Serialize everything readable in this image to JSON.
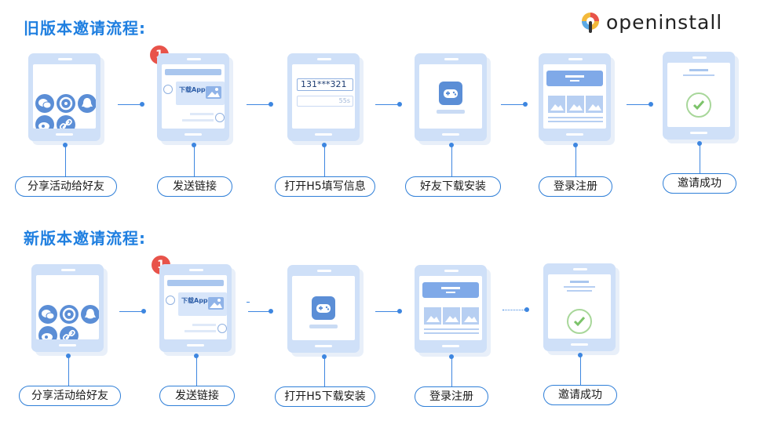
{
  "titles": {
    "old": "旧版本邀请流程:",
    "new": "新版本邀请流程:"
  },
  "logo": {
    "text": "openinstall"
  },
  "badge": "1",
  "old_flow": {
    "steps": [
      "分享活动给好友",
      "发送链接",
      "打开H5填写信息",
      "好友下载安装",
      "登录注册",
      "邀请成功"
    ],
    "message_text": "下载App",
    "phone_input": "131***321",
    "code_input": "55s"
  },
  "new_flow": {
    "steps": [
      "分享活动给好友",
      "发送链接",
      "打开H5下载安装",
      "登录注册",
      "邀请成功"
    ],
    "message_text": "下载App"
  },
  "colors": {
    "title": "#1f7fe0",
    "accent": "#3d86e0",
    "phone": "#cfe0f8",
    "badge": "#e8534a",
    "success": "#7cc36a"
  },
  "icons": [
    "wechat-icon",
    "moments-icon",
    "qq-icon",
    "weibo-icon",
    "link-icon",
    "image-icon",
    "gamepad-icon",
    "check-icon"
  ]
}
